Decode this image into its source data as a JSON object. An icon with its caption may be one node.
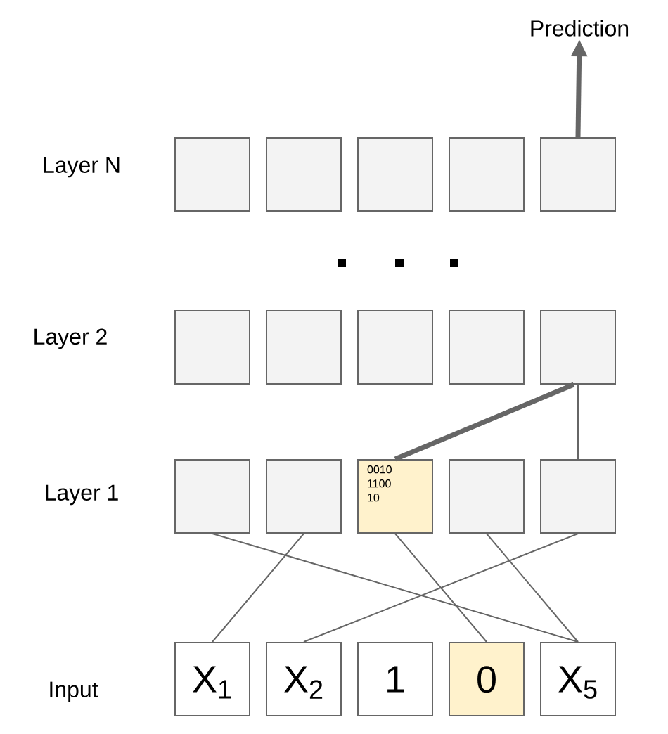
{
  "diagram": {
    "nodes": [
      {
        "text": [],
        "shape": "box"
      },
      {
        "text": [],
        "shape": "box"
      },
      {
        "text": [],
        "shape": "box"
      },
      {
        "text": [],
        "shape": "box"
      },
      {
        "text": [],
        "shape": "box"
      },
      {
        "text": [],
        "shape": "box"
      },
      {
        "text": [],
        "shape": "box"
      },
      {
        "text": [],
        "shape": "box"
      },
      {
        "text": [],
        "shape": "box"
      },
      {
        "text": [],
        "shape": "box"
      },
      {
        "text": [],
        "shape": "box"
      },
      {
        "text": [],
        "shape": "box"
      },
      {
        "text": [
          "0010 1100 10"
        ]
      },
      {
        "text": [],
        "shape": "box"
      },
      {
        "text": [],
        "shape": "box"
      },
      {
        "text": [
          "X$_{1}$"
        ]
      },
      {
        "text": [
          "X$_{2}$"
        ]
      },
      {
        "text": [
          "1"
        ]
      },
      {
        "text": [
          "0"
        ]
      },
      {
        "text": [
          "X$_{5}$"
        ]
      },
      {
        "text": [
          "Prediction"
        ]
      }
    ],
    "edges": [
      {
        "from": 4,
        "to": 20,
        "arrow": "to",
        "style": "thick"
      },
      {
        "from": 9,
        "to": 12,
        "arrow": "none",
        "style": "thick"
      },
      {
        "from": 9,
        "to": 14,
        "arrow": "none"
      },
      {
        "from": 10,
        "to": 19,
        "arrow": "none"
      },
      {
        "from": 11,
        "to": 15,
        "arrow": "none"
      },
      {
        "from": 12,
        "to": 18,
        "arrow": "none"
      },
      {
        "from": 13,
        "to": 19,
        "arrow": "none"
      },
      {
        "from": 14,
        "to": 16,
        "arrow": "none"
      }
    ],
    "labels": [
      "Layer N",
      "Layer 2",
      "Layer 1",
      "Input"
    ]
  }
}
